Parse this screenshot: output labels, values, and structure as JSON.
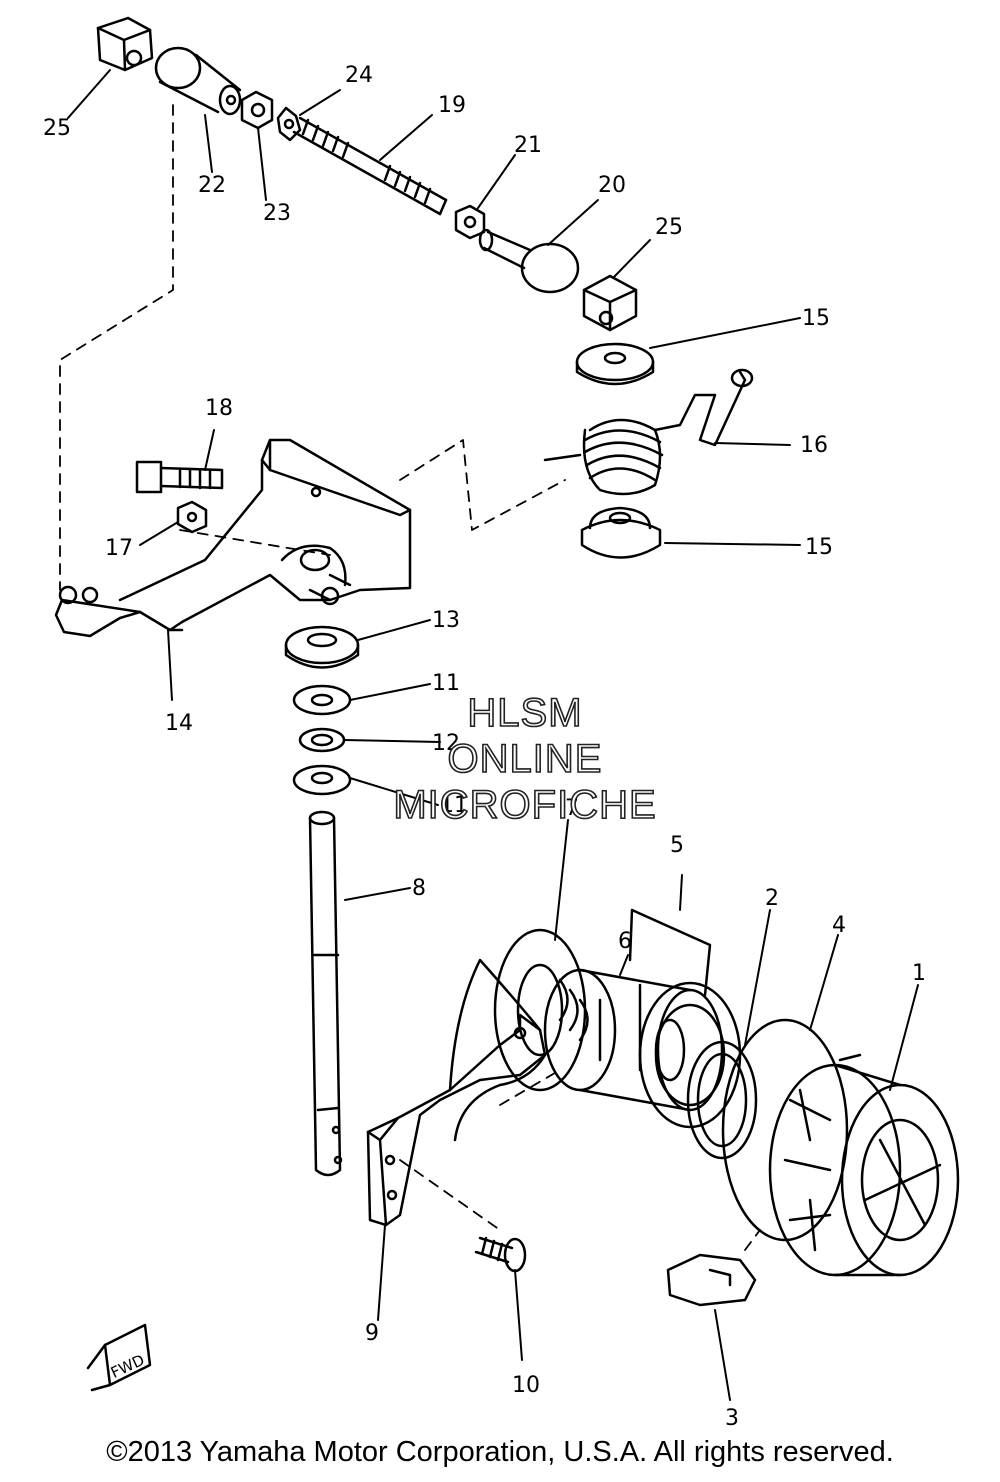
{
  "diagram": {
    "part_labels": [
      "25",
      "24",
      "19",
      "21",
      "20",
      "25",
      "22",
      "23",
      "15",
      "16",
      "18",
      "17",
      "15",
      "13",
      "14",
      "11",
      "12",
      "11",
      "7",
      "5",
      "8",
      "2",
      "4",
      "1",
      "6",
      "9",
      "10",
      "3"
    ],
    "direction_mark": "FWD"
  },
  "watermark": {
    "line1": "HLSM",
    "line2": "ONLINE",
    "line3": "MICROFICHE"
  },
  "copyright": "©2013 Yamaha Motor Corporation, U.S.A. All rights reserved."
}
